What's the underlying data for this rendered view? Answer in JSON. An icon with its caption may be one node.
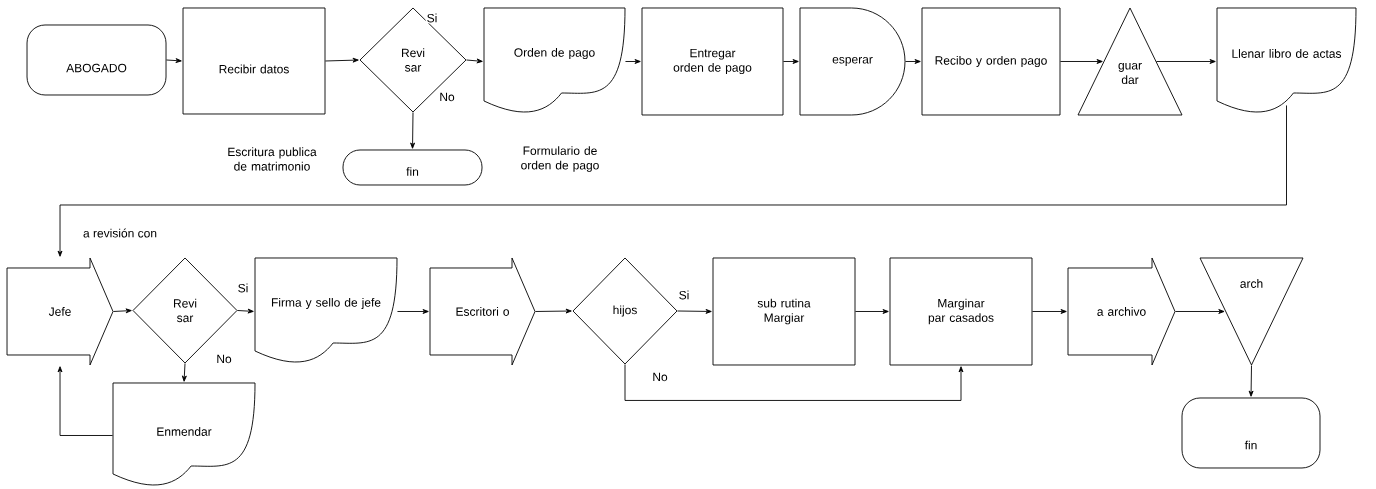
{
  "diagram": {
    "nodes": [
      {
        "text": [
          "ABOGADO"
        ]
      },
      {
        "text": [
          "Recibir datos"
        ],
        "beside": [
          "Escritura publica de matrimonio"
        ]
      },
      {
        "text": [
          "Revi sar"
        ]
      },
      {
        "text": [
          "Orden de pago"
        ],
        "beside": [
          "Formulario de orden de pago"
        ]
      },
      {
        "text": [
          "fin"
        ]
      },
      {
        "text": [
          "Entregar orden de pago"
        ]
      },
      {
        "text": [
          "esperar"
        ]
      },
      {
        "text": [
          "Recibo y orden pago"
        ]
      },
      {
        "text": [
          "guar dar"
        ]
      },
      {
        "text": [
          "Llenar libro de actas"
        ]
      },
      {
        "text": [
          "Jefe"
        ]
      },
      {
        "text": [
          "Revi sar"
        ]
      },
      {
        "text": [
          "Firma y sello de jefe"
        ]
      },
      {
        "text": [
          "Enmendar"
        ]
      },
      {
        "text": [
          "Escritori o"
        ]
      },
      {
        "text": [
          "hijos"
        ]
      },
      {
        "text": [
          "sub rutina Margiar"
        ]
      },
      {
        "text": [
          "Marginar par casados"
        ]
      },
      {
        "text": [
          "a archivo"
        ]
      },
      {
        "text": [
          "arch"
        ]
      },
      {
        "text": [
          "fin"
        ]
      }
    ],
    "edges": [
      {
        "from": 0,
        "to": 1,
        "arrow": "to"
      },
      {
        "from": 1,
        "to": 2,
        "arrow": "to"
      },
      {
        "from": 2,
        "to": 3,
        "arrow": "to",
        "label": "Si"
      },
      {
        "from": 2,
        "to": 4,
        "arrow": "to",
        "label": "No"
      },
      {
        "from": 3,
        "to": 5,
        "arrow": "to"
      },
      {
        "from": 5,
        "to": 6,
        "arrow": "to"
      },
      {
        "from": 6,
        "to": 7,
        "arrow": "to"
      },
      {
        "from": 7,
        "to": 8,
        "arrow": "to"
      },
      {
        "from": 8,
        "to": 9,
        "arrow": "to"
      },
      {
        "from": 9,
        "to": 10,
        "arrow": "to",
        "label": "a revisión con"
      },
      {
        "from": 10,
        "to": 11,
        "arrow": "to"
      },
      {
        "from": 11,
        "to": 12,
        "arrow": "to",
        "label": "Si"
      },
      {
        "from": 11,
        "to": 13,
        "arrow": "to",
        "label": "No"
      },
      {
        "from": 13,
        "to": 10,
        "arrow": "to"
      },
      {
        "from": 12,
        "to": 14,
        "arrow": "to"
      },
      {
        "from": 14,
        "to": 15,
        "arrow": "to"
      },
      {
        "from": 15,
        "to": 16,
        "arrow": "to",
        "label": "Si"
      },
      {
        "from": 15,
        "to": 17,
        "arrow": "to",
        "label": "No"
      },
      {
        "from": 16,
        "to": 17,
        "arrow": "to"
      },
      {
        "from": 17,
        "to": 18,
        "arrow": "to"
      },
      {
        "from": 18,
        "to": 19,
        "arrow": "to"
      },
      {
        "from": 19,
        "to": 20,
        "arrow": "to"
      }
    ]
  }
}
